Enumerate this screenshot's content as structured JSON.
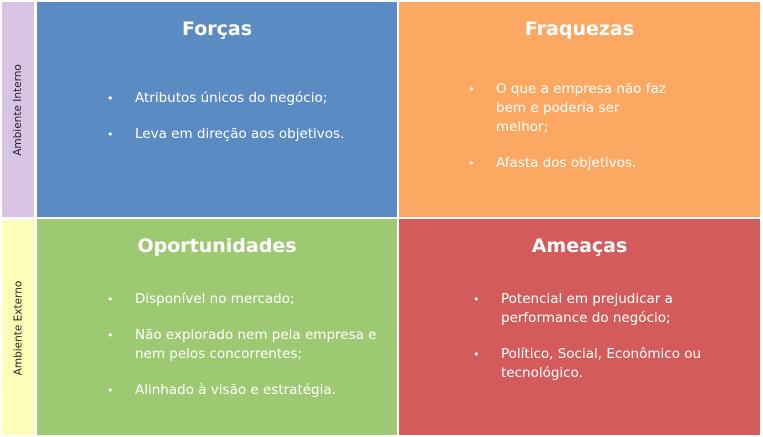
{
  "side_labels": {
    "internal": "Ambiente Interno",
    "external": "Ambiente Externo"
  },
  "quadrants": {
    "strengths": {
      "title": "Forças",
      "items": [
        "Atributos únicos do negócio;",
        "Leva em direção aos objetivos."
      ]
    },
    "weaknesses": {
      "title": "Fraquezas",
      "items": [
        "O que a empresa não faz bem e poderia ser melhor;",
        "Afasta dos objetivos."
      ]
    },
    "opportunities": {
      "title": "Oportunidades",
      "items": [
        "Disponível no mercado;",
        "Não explorado nem pela empresa e nem pelos concorrentes;",
        "Alinhado à visão e estratégia."
      ]
    },
    "threats": {
      "title": "Ameaças",
      "items": [
        "Potencial em prejudicar a performance do negócio;",
        "Político, Social, Econômico ou tecnológico."
      ]
    }
  },
  "colors": {
    "strengths": "#5b8bc3",
    "weaknesses": "#fca862",
    "opportunities": "#9dc972",
    "threats": "#d35b5b",
    "internal": "#d8c3e4",
    "external": "#fdfdb8"
  }
}
